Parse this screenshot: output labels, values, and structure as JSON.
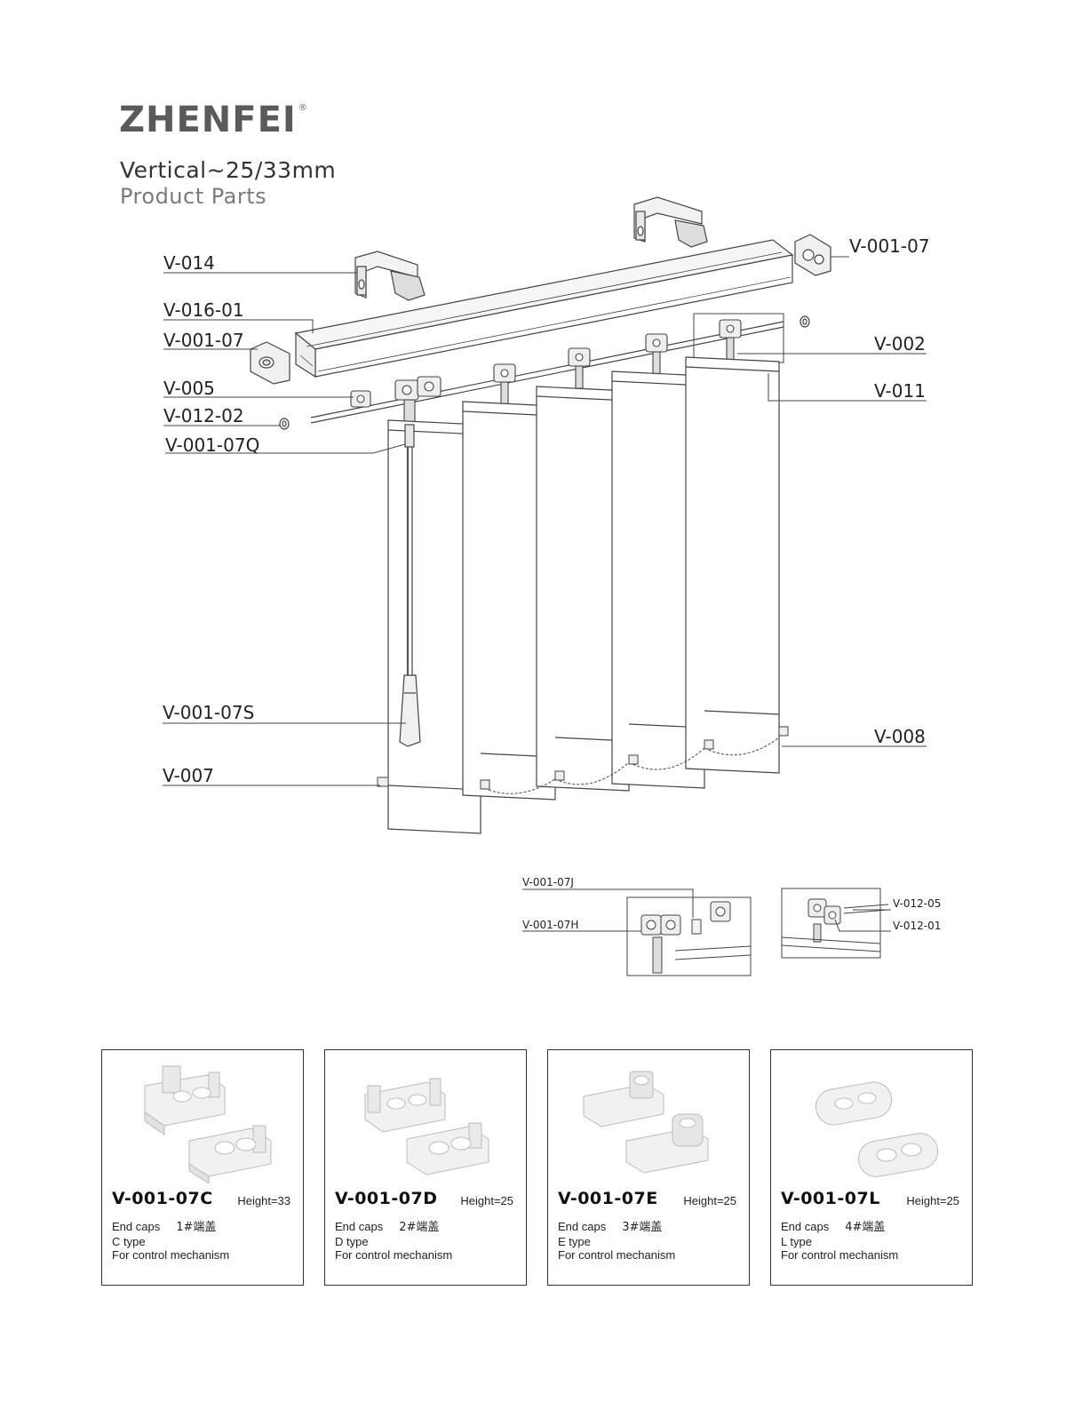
{
  "brand": {
    "name_bold": "ZHENFEI",
    "name_light": "",
    "mark": "®"
  },
  "title": {
    "line1": "Vertical~25/33mm",
    "line2": "Product Parts"
  },
  "parts": {
    "v014": "V-014",
    "v016_01": "V-016-01",
    "v001_07_left": "V-001-07",
    "v001_07_right": "V-001-07",
    "v005": "V-005",
    "v012_02": "V-012-02",
    "v001_07q": "V-001-07Q",
    "v002": "V-002",
    "v011": "V-011",
    "v001_07s": "V-001-07S",
    "v007": "V-007",
    "v008": "V-008",
    "v001_07j": "V-001-07J",
    "v001_07h": "V-001-07H",
    "v012_05": "V-012-05",
    "v012_01": "V-012-01"
  },
  "cards": [
    {
      "code": "V-001-07C",
      "height": "Height=33",
      "line1": "End caps",
      "cn": "1#端盖",
      "line2": "C type",
      "line3": "For control mechanism"
    },
    {
      "code": "V-001-07D",
      "height": "Height=25",
      "line1": "End caps",
      "cn": "2#端盖",
      "line2": "D type",
      "line3": "For control mechanism"
    },
    {
      "code": "V-001-07E",
      "height": "Height=25",
      "line1": "End caps",
      "cn": "3#端盖",
      "line2": "E type",
      "line3": "For control mechanism"
    },
    {
      "code": "V-001-07L",
      "height": "Height=25",
      "line1": "End caps",
      "cn": "4#端盖",
      "line2": "L type",
      "line3": "For control mechanism"
    }
  ],
  "colors": {
    "line": "#444444",
    "part_fill": "#e6e6e6",
    "card_border": "#333333"
  }
}
